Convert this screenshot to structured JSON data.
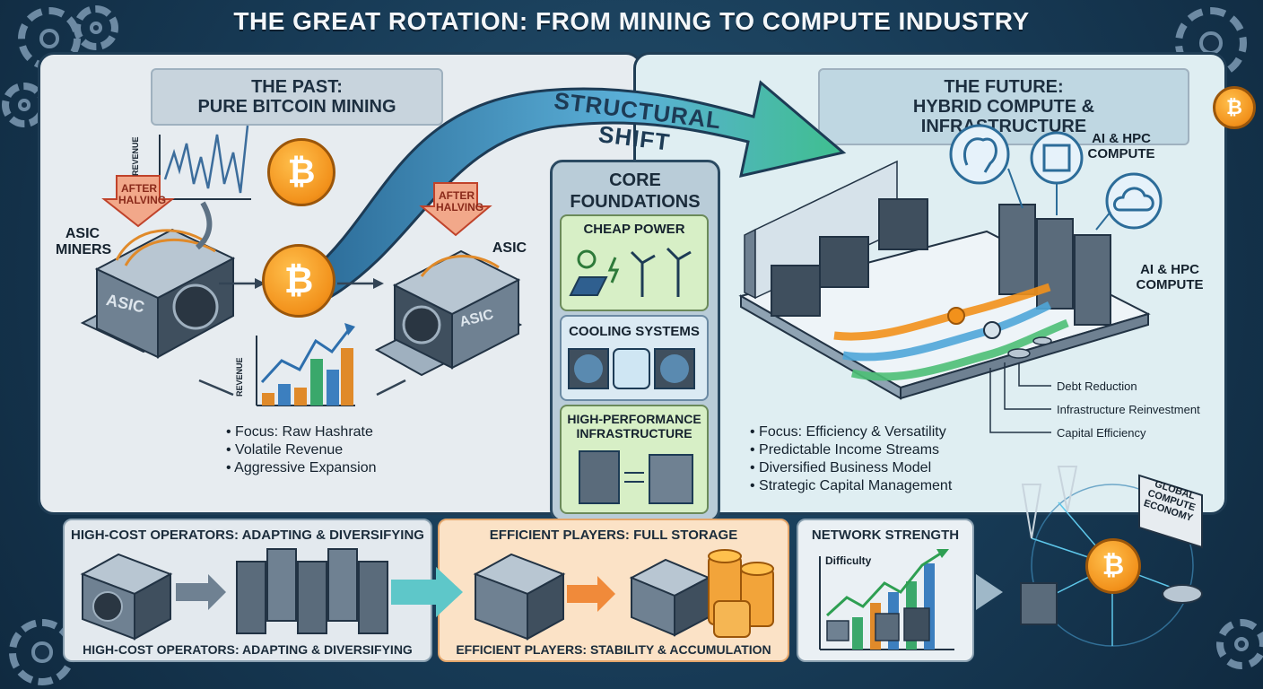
{
  "title": "THE GREAT ROTATION: FROM MINING TO COMPUTE INDUSTRY",
  "past": {
    "header_line1": "THE PAST:",
    "header_line2": "PURE BITCOIN MINING",
    "revenue_label_top": "REVENUE",
    "revenue_label_bottom": "REVENUE",
    "after_halving_left": "AFTER HALVING",
    "after_halving_right": "AFTER HALVING",
    "asic_miners": "ASIC MINERS",
    "asic": "ASIC",
    "asic_box_left": "ASIC",
    "asic_box_right": "ASIC",
    "bullets": [
      "Focus: Raw Hashrate",
      "Volatile Revenue",
      "Aggressive Expansion"
    ]
  },
  "shift": {
    "label": "STRUCTURAL SHIFT"
  },
  "core": {
    "title_line1": "CORE",
    "title_line2": "FOUNDATIONS",
    "items": [
      "CHEAP POWER",
      "COOLING SYSTEMS",
      "HIGH-PERFORMANCE INFRASTRUCTURE"
    ]
  },
  "future": {
    "header_line1": "THE FUTURE:",
    "header_line2": "HYBRID COMPUTE & INFRASTRUCTURE",
    "ai_hpc_top": "AI & HPC COMPUTE",
    "ai_hpc_side": "AI & HPC COMPUTE",
    "outcomes": [
      "Debt Reduction",
      "Infrastructure Reinvestment",
      "Capital Efficiency"
    ],
    "bullets": [
      "Focus: Efficiency & Versatility",
      "Predictable Income Streams",
      "Diversified Business Model",
      "Strategic Capital Management"
    ]
  },
  "bottom": {
    "high_cost_title": "HIGH-COST OPERATORS: ADAPTING & DIVERSIFYING",
    "high_cost_caption": "HIGH-COST OPERATORS: ADAPTING & DIVERSIFYING",
    "efficient_title": "EFFICIENT PLAYERS: FULL STORAGE",
    "efficient_caption": "EFFICIENT PLAYERS: STABILITY & ACCUMULATION",
    "network_title": "NETWORK STRENGTH",
    "difficulty_label": "Difficulty"
  },
  "global_sign": "GLOBAL COMPUTE ECONOMY",
  "colors": {
    "bitcoin": "#f2911b",
    "shift_arrow": "#3a87b8",
    "shift_arrow_end": "#3fbf8f",
    "background": "#17324a"
  }
}
